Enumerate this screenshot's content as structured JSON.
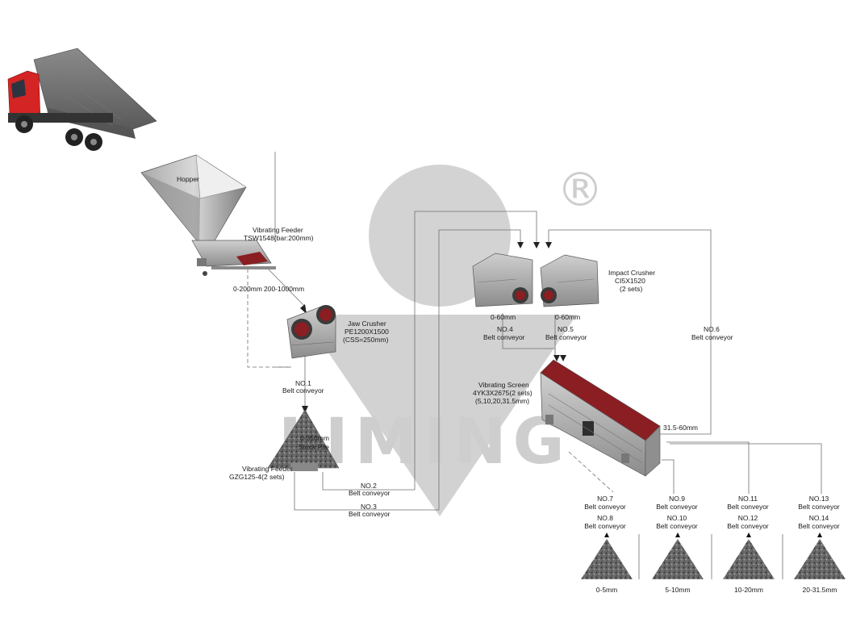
{
  "watermark": {
    "text": "LIMING",
    "registered": "®",
    "color": "#c8c8c8"
  },
  "colors": {
    "red_accent": "#8a1e22",
    "machine_gray": "#9c9c9c",
    "truck_red": "#d42424",
    "flow_line": "#6f6f6f"
  },
  "equipment": {
    "hopper": "Hopper",
    "vibrating_feeder": {
      "name": "Vibrating Feeder",
      "model": "TSW1548(bar:200mm)"
    },
    "feeder_outputs": {
      "fine": "0-200mm",
      "coarse": "200-1000mm"
    },
    "jaw_crusher": {
      "name": "Jaw Crusher",
      "model": "PE1200X1500",
      "setting": "(CSS=250mm)"
    },
    "stock_pile": {
      "size": "0-350mm",
      "name": "Stock Pile"
    },
    "pile_feeder": {
      "name": "Vibrating Feeder",
      "model": "GZG125-4(2 sets)"
    },
    "impact_crusher": {
      "name": "Impact Crusher",
      "model": "CI5X1520",
      "sets": "(2 sets)"
    },
    "impact_outputs": {
      "left": "0-60mm",
      "right": "0-60mm"
    },
    "vibrating_screen": {
      "name": "Vibrating Screen",
      "model": "4YK3X2675(2 sets)",
      "mesh": "(5,10,20,31.5mm)"
    },
    "screen_return": "31.5-60mm"
  },
  "conveyors": {
    "c1": {
      "no": "NO.1",
      "name": "Belt conveyor"
    },
    "c2": {
      "no": "NO.2",
      "name": "Belt conveyor"
    },
    "c3": {
      "no": "NO.3",
      "name": "Belt conveyor"
    },
    "c4": {
      "no": "NO.4",
      "name": "Belt conveyor"
    },
    "c5": {
      "no": "NO.5",
      "name": "Belt conveyor"
    },
    "c6": {
      "no": "NO.6",
      "name": "Belt conveyor"
    },
    "c7": {
      "no": "NO.7",
      "name": "Belt conveyor"
    },
    "c8": {
      "no": "NO.8",
      "name": "Belt conveyor"
    },
    "c9": {
      "no": "NO.9",
      "name": "Belt conveyor"
    },
    "c10": {
      "no": "NO.10",
      "name": "Belt conveyor"
    },
    "c11": {
      "no": "NO.11",
      "name": "Belt conveyor"
    },
    "c12": {
      "no": "NO.12",
      "name": "Belt conveyor"
    },
    "c13": {
      "no": "NO.13",
      "name": "Belt conveyor"
    },
    "c14": {
      "no": "NO.14",
      "name": "Belt conveyor"
    }
  },
  "products": [
    "0-5mm",
    "5-10mm",
    "10-20mm",
    "20-31.5mm"
  ]
}
